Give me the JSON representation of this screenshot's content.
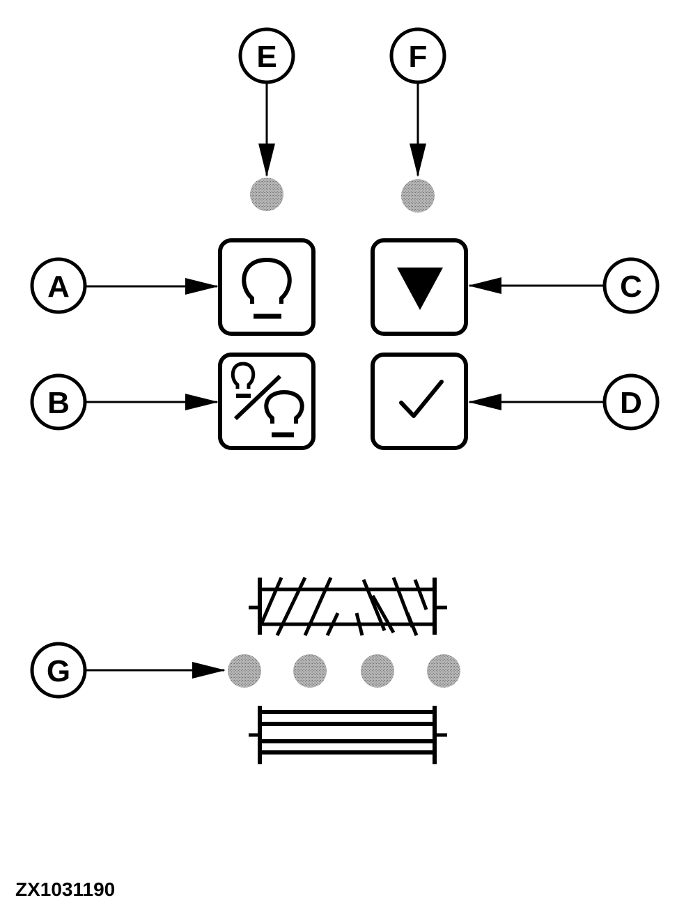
{
  "callouts": {
    "a": "A",
    "b": "B",
    "c": "C",
    "d": "D",
    "e": "E",
    "f": "F",
    "g": "G"
  },
  "figure_id": "ZX1031190",
  "icons": {
    "button_a": "single-light-icon",
    "button_b": "light-toggle-icon",
    "button_c": "down-triangle-icon",
    "button_d": "checkmark-icon",
    "indicator": "gray-led-indicator",
    "drum_top": "hatched-roller-icon",
    "drum_bottom": "striped-roller-icon"
  },
  "colors": {
    "line": "#000000",
    "led": "#a8a8a8",
    "background": "#ffffff"
  }
}
